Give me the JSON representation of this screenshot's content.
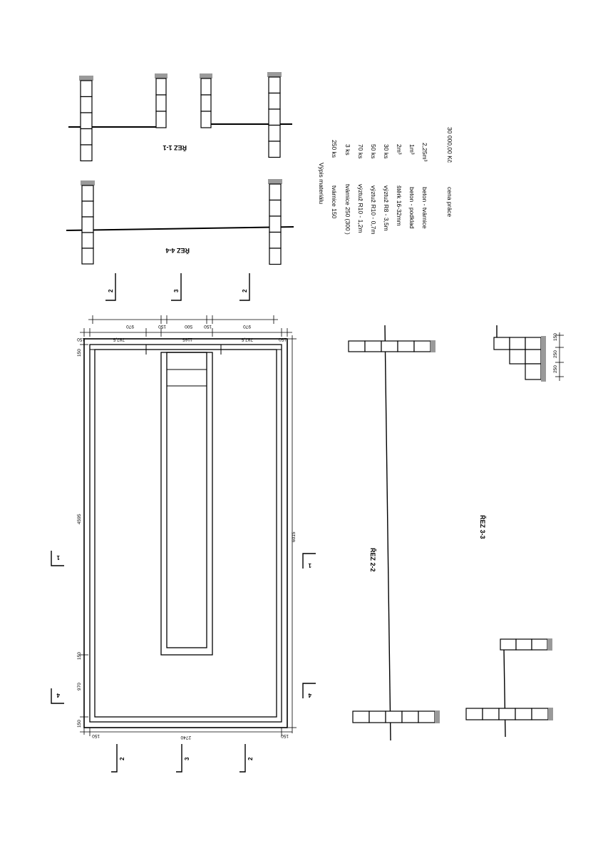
{
  "sections": {
    "s11": "ŘEZ 1-1",
    "s44": "ŘEZ 4-4",
    "s22": "ŘEZ 2-2",
    "s33": "ŘEZ 3-3"
  },
  "markers": {
    "m1": "1",
    "m2": "2",
    "m3": "3",
    "m4": "4"
  },
  "dimensions": {
    "d4595": "4595",
    "d6015": "6015",
    "d2740": "2740",
    "d970": "970",
    "d150": "150",
    "d500": "500",
    "d1165": "1165",
    "d7875": "787,5",
    "d250": "250"
  },
  "materials": {
    "title": "Výpis materiálu",
    "items": [
      {
        "name": "tvárnice 150",
        "qty": "250 ks"
      },
      {
        "name": "tvárnice 250 (300 )",
        "qty": "3 ks"
      },
      {
        "name": "výztuž R10 - 1,2m",
        "qty": "70 ks"
      },
      {
        "name": "výztuž R10 - 0,7m",
        "qty": "50 ks"
      },
      {
        "name": "výztuž R8 - 3,5m",
        "qty": "30 ks"
      },
      {
        "name": "štěrk 16-32mm",
        "qty": "2m³"
      },
      {
        "name": "beton - podklad",
        "qty": "1m³"
      },
      {
        "name": "beton - tvárnice",
        "qty": "2,25m³"
      }
    ],
    "price_label": "cena práce",
    "price_value": "30 000,00 Kč"
  }
}
